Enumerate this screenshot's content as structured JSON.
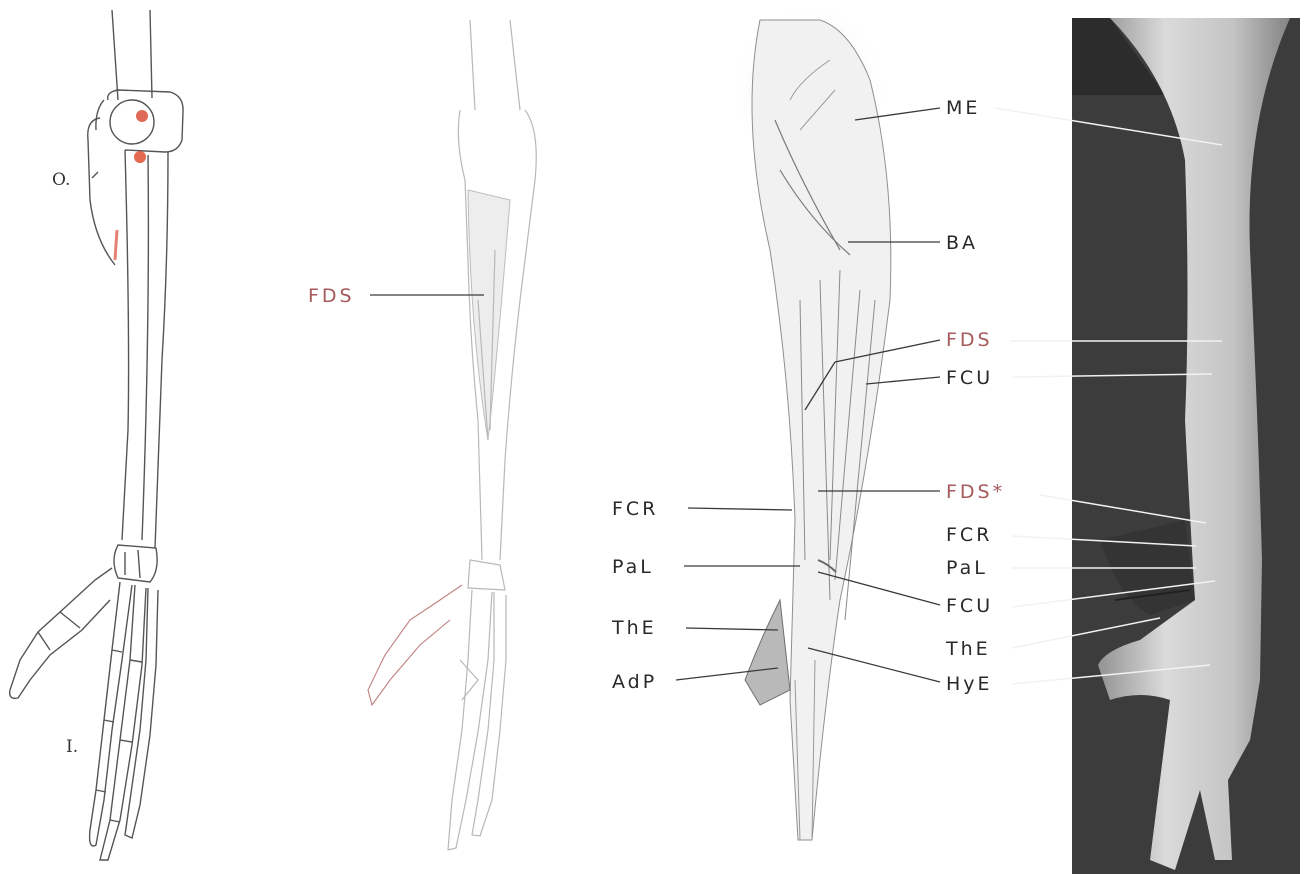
{
  "panel1": {
    "origin_label": "O.",
    "insertion_label": "I.",
    "accent_color": "#d9503a"
  },
  "panel2": {
    "fds_label": "FDS",
    "label_color": "#a65a5a"
  },
  "panel3": {
    "right_labels": {
      "me": "ME",
      "ba": "BA",
      "fds": "FDS",
      "fcu": "FCU",
      "fds_star": "FDS*",
      "fcr": "FCR",
      "pal": "PaL",
      "fcu2": "FCU",
      "the": "ThE",
      "hye": "HyE"
    },
    "left_labels": {
      "fcr": "FCR",
      "pal": "PaL",
      "the": "ThE",
      "adp": "AdP"
    }
  },
  "panel4": {
    "photo_bg": "#3c3c3c"
  }
}
